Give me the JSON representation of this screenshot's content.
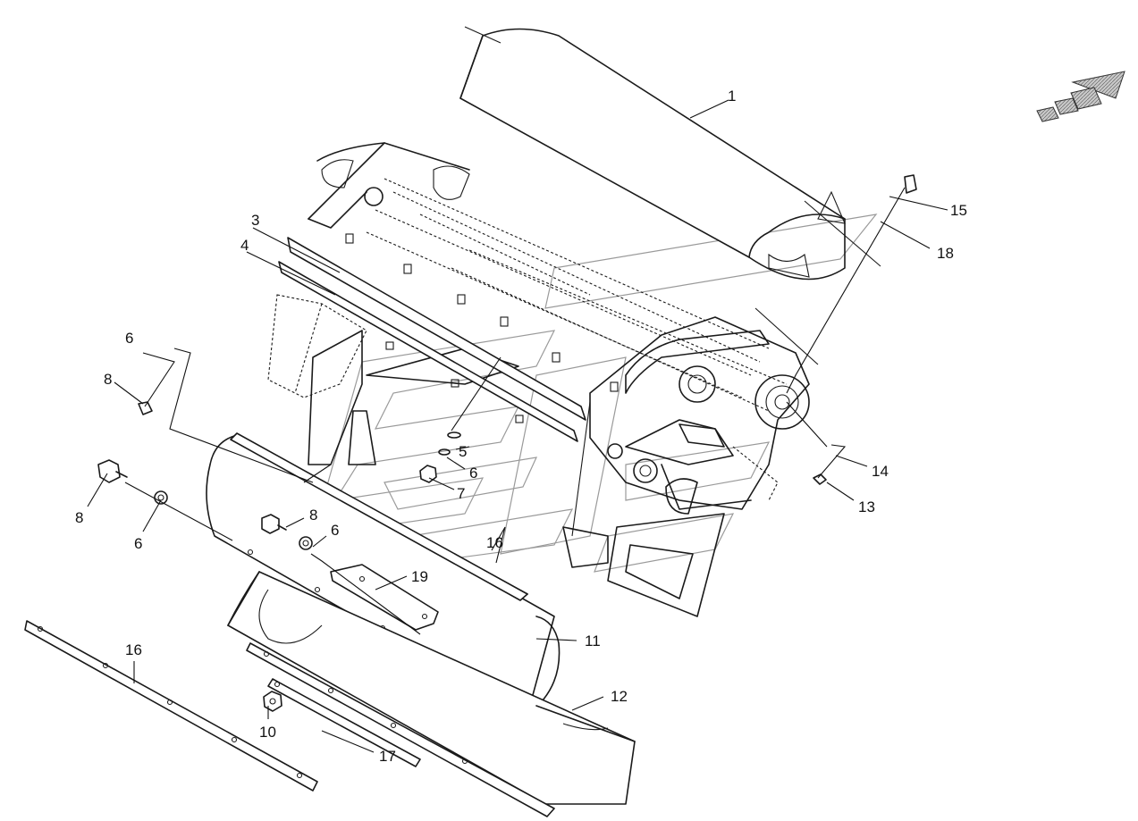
{
  "callouts": {
    "c1": "1",
    "c3": "3",
    "c4": "4",
    "c5": "5",
    "c6a": "6",
    "c6b": "6",
    "c6c": "6",
    "c6d": "6",
    "c7": "7",
    "c8a": "8",
    "c8b": "8",
    "c8c": "8",
    "c10": "10",
    "c11": "11",
    "c12": "12",
    "c13": "13",
    "c14": "14",
    "c15": "15",
    "c16a": "16",
    "c16b": "16",
    "c17": "17",
    "c18": "18",
    "c19": "19"
  },
  "colors": {
    "line": "#1a1a1a",
    "watermark": "#9a9a9a",
    "arrow_fill": "#9a9a9a"
  },
  "icons": {
    "direction": "direction-arrow-icon"
  }
}
